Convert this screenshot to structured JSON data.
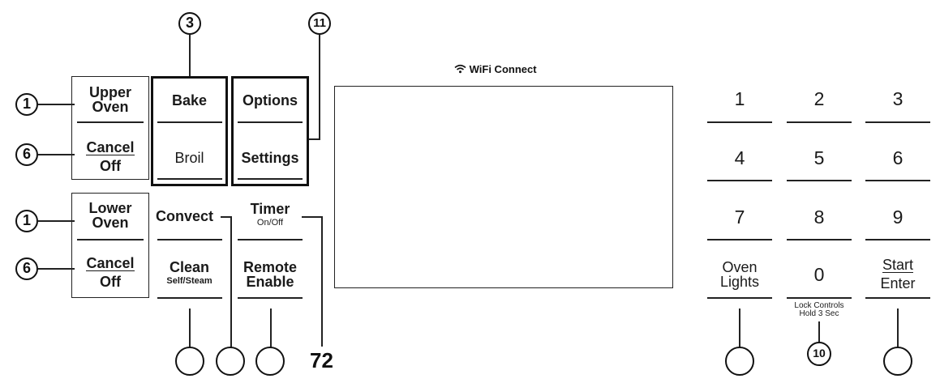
{
  "callouts": {
    "upper_oven": "1",
    "cancel_off_upper": "6",
    "lower_oven": "1",
    "cancel_off_lower": "6",
    "bake": "3",
    "options": "11",
    "timer": "72",
    "lock_controls": "10"
  },
  "upper_group": {
    "upper_oven_line1": "Upper",
    "upper_oven_line2": "Oven",
    "cancel_top": "Cancel",
    "cancel_bottom": "Off",
    "bake": "Bake",
    "broil": "Broil",
    "options": "Options",
    "settings": "Settings"
  },
  "lower_group": {
    "lower_oven_line1": "Lower",
    "lower_oven_line2": "Oven",
    "cancel_top": "Cancel",
    "cancel_bottom": "Off",
    "convect": "Convect",
    "timer": "Timer",
    "timer_sub": "On/Off",
    "clean": "Clean",
    "clean_sub": "Self/Steam",
    "remote_line1": "Remote",
    "remote_line2": "Enable"
  },
  "display": {
    "wifi_label": "WiFi Connect",
    "wifi_icon": "wifi-icon"
  },
  "keypad": {
    "keys": [
      "1",
      "2",
      "3",
      "4",
      "5",
      "6",
      "7",
      "8",
      "9"
    ],
    "oven_lights_line1": "Oven",
    "oven_lights_line2": "Lights",
    "zero": "0",
    "lock_line1": "Lock Controls",
    "lock_line2": "Hold 3 Sec",
    "start": "Start",
    "enter": "Enter"
  }
}
